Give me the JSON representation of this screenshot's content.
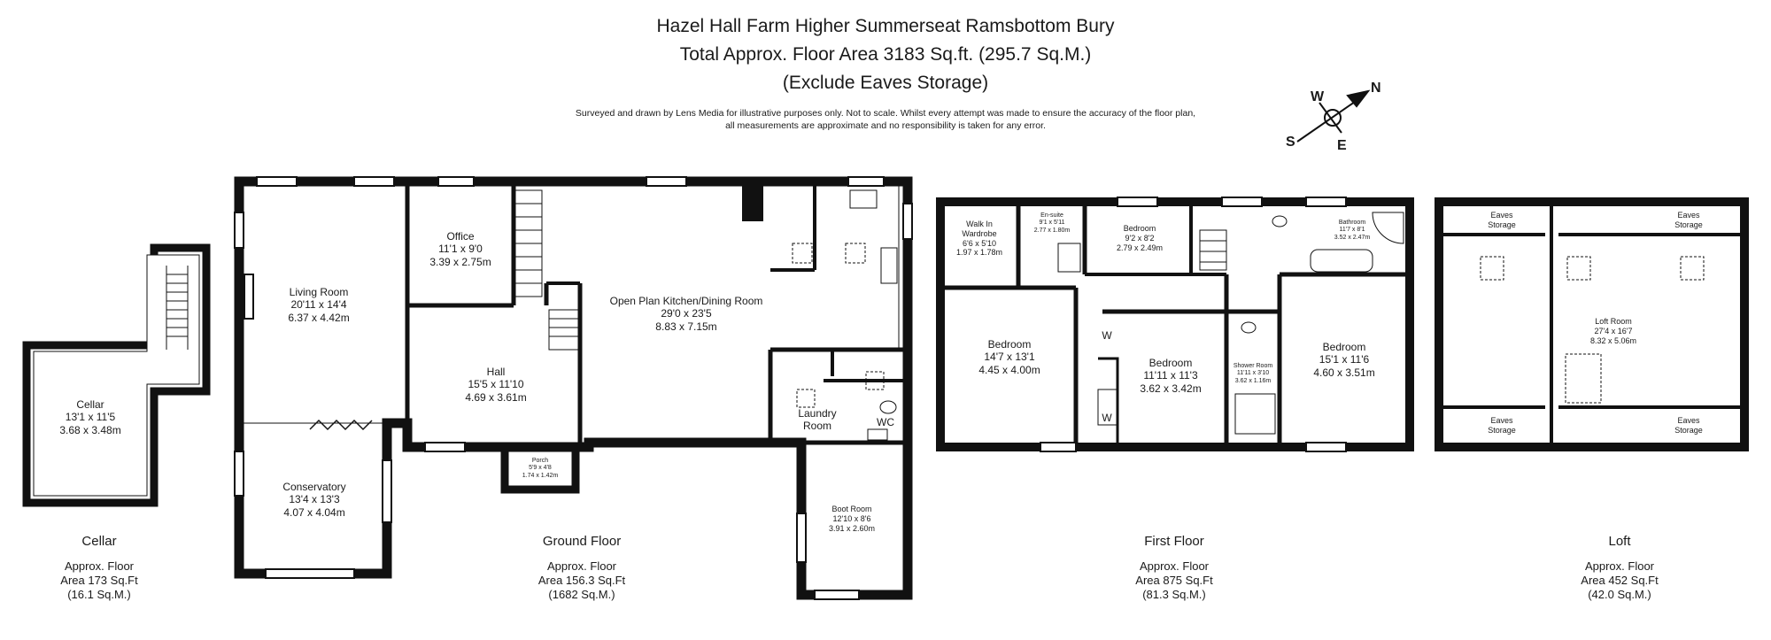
{
  "header": {
    "address": "Hazel Hall Farm Higher Summerseat Ramsbottom Bury",
    "total_area": "Total Approx. Floor Area 3183 Sq.ft. (295.7 Sq.M.)",
    "exclusion": "(Exclude Eaves Storage)",
    "disclaimer_line1": "Surveyed and drawn by Lens Media for illustrative purposes only. Not to scale. Whilst every attempt was made to ensure the accuracy of the floor plan,",
    "disclaimer_line2": "all measurements are approximate and no responsibility is taken for any error."
  },
  "compass": {
    "n": "N",
    "s": "S",
    "e": "E",
    "w": "W"
  },
  "floors": {
    "cellar": {
      "name": "Cellar",
      "area_l1": "Approx. Floor",
      "area_l2": "Area 173 Sq.Ft",
      "area_l3": "(16.1 Sq.M.)",
      "rooms": {
        "cellar": {
          "name": "Cellar",
          "imperial": "13'1 x 11'5",
          "metric": "3.68 x 3.48m"
        }
      }
    },
    "ground": {
      "name": "Ground Floor",
      "area_l1": "Approx. Floor",
      "area_l2": "Area 156.3 Sq.Ft",
      "area_l3": "(1682 Sq.M.)",
      "rooms": {
        "living": {
          "name": "Living Room",
          "imperial": "20'11 x 14'4",
          "metric": "6.37 x 4.42m"
        },
        "office": {
          "name": "Office",
          "imperial": "11'1 x 9'0",
          "metric": "3.39 x 2.75m"
        },
        "kitchen": {
          "name": "Open Plan Kitchen/Dining Room",
          "imperial": "29'0 x 23'5",
          "metric": "8.83 x 7.15m"
        },
        "hall": {
          "name": "Hall",
          "imperial": "15'5 x 11'10",
          "metric": "4.69 x 3.61m"
        },
        "porch": {
          "name": "Porch",
          "imperial": "5'9 x 4'8",
          "metric": "1.74 x 1.42m"
        },
        "conservatory": {
          "name": "Conservatory",
          "imperial": "13'4 x 13'3",
          "metric": "4.07 x 4.04m"
        },
        "laundry_l1": "Laundry",
        "laundry_l2": "Room",
        "wc": "WC",
        "boot": {
          "name": "Boot Room",
          "imperial": "12'10 x 8'6",
          "metric": "3.91 x 2.60m"
        }
      }
    },
    "first": {
      "name": "First Floor",
      "area_l1": "Approx. Floor",
      "area_l2": "Area 875 Sq.Ft",
      "area_l3": "(81.3 Sq.M.)",
      "rooms": {
        "walkin_l1": "Walk In",
        "walkin_l2": "Wardrobe",
        "walkin_imperial": "6'6 x 5'10",
        "walkin_metric": "1.97 x 1.78m",
        "ensuite": {
          "name": "En-suite",
          "imperial": "9'1 x 5'11",
          "metric": "2.77 x 1.80m"
        },
        "bed_small": {
          "name": "Bedroom",
          "imperial": "9'2 x 8'2",
          "metric": "2.79 x 2.49m"
        },
        "bathroom": {
          "name": "Bathroom",
          "imperial": "11'7 x 8'1",
          "metric": "3.52 x 2.47m"
        },
        "bed_left": {
          "name": "Bedroom",
          "imperial": "14'7 x 13'1",
          "metric": "4.45 x 4.00m"
        },
        "bed_mid": {
          "name": "Bedroom",
          "imperial": "11'11 x 11'3",
          "metric": "3.62 x 3.42m"
        },
        "shower": {
          "name": "Shower Room",
          "imperial": "11'11 x 3'10",
          "metric": "3.62 x 1.16m"
        },
        "bed_right": {
          "name": "Bedroom",
          "imperial": "15'1 x 11'6",
          "metric": "4.60 x 3.51m"
        },
        "w_label": "W"
      }
    },
    "loft": {
      "name": "Loft",
      "area_l1": "Approx. Floor",
      "area_l2": "Area 452 Sq.Ft",
      "area_l3": "(42.0 Sq.M.)",
      "rooms": {
        "loft": {
          "name": "Loft Room",
          "imperial": "27'4 x 16'7",
          "metric": "8.32 x 5.06m"
        },
        "eaves_l1": "Eaves",
        "eaves_l2": "Storage"
      }
    }
  }
}
